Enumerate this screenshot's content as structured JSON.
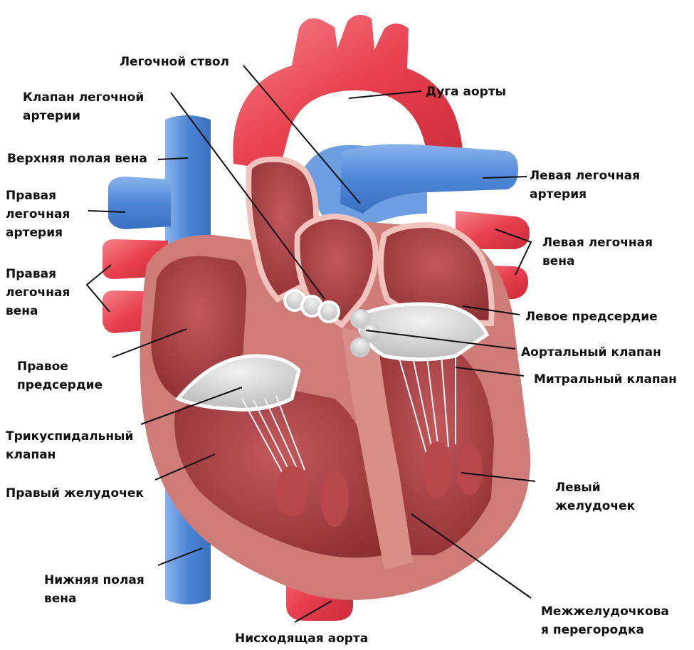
{
  "colors": {
    "artery": "#e8404e",
    "artery_light": "#f27a83",
    "vein": "#4e86d6",
    "vein_light": "#8ab2ec",
    "muscle": "#cf7c78",
    "muscle_dark": "#8e2f33",
    "chamber": "#a5393f",
    "chamber_light": "#c2585c",
    "valve": "#d9d9d9",
    "leader": "#111111"
  },
  "labels": {
    "pulmonary_trunk": "Легочной ствол",
    "pulmonary_valve": [
      "Клапан легочной",
      "артерии"
    ],
    "aortic_arch": "Дуга аорты",
    "superior_vena_cava": "Верхняя полая вена",
    "right_pulmonary_artery": [
      "Правая",
      "легочная",
      "артерия"
    ],
    "left_pulmonary_artery": [
      "Левая легочная",
      "артерия"
    ],
    "left_pulmonary_vein": [
      "Левая легочная",
      "вена"
    ],
    "right_pulmonary_vein": [
      "Правая",
      "легочная",
      "вена"
    ],
    "left_atrium": "Левое предсердие",
    "aortic_valve": "Аортальный клапан",
    "right_atrium": [
      "Правое",
      "предсердие"
    ],
    "mitral_valve": "Митральный клапан",
    "tricuspid_valve": [
      "Трикуспидальный",
      "клапан"
    ],
    "right_ventricle": "Правый желудочек",
    "left_ventricle": [
      "Левый",
      "желудочек"
    ],
    "inferior_vena_cava": [
      "Нижняя полая",
      "вена"
    ],
    "interventricular_septum": [
      "Межжелудочкова",
      "я перегородка"
    ],
    "descending_aorta": "Нисходящая аорта"
  }
}
